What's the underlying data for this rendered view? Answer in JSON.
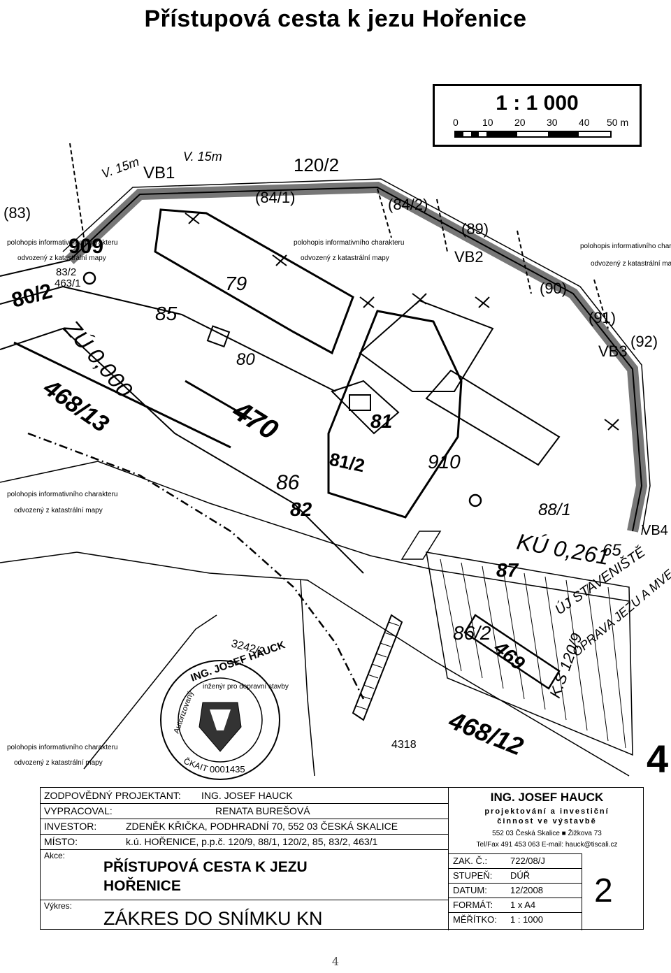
{
  "title": "Přístupová cesta k jezu Hořenice",
  "scale": {
    "ratio": "1 : 1 000",
    "ticks": [
      "0",
      "10",
      "20",
      "30",
      "40",
      "50 m"
    ]
  },
  "map_labels": {
    "parcels": [
      "120/2",
      "(84/1)",
      "(84/2)",
      "(83)",
      "(89)",
      "(90)",
      "(91)",
      "(92)",
      "909",
      "83/2",
      "463/1",
      "80/2",
      "85",
      "79",
      "80",
      "81",
      "81/2",
      "910",
      "86",
      "82",
      "88/1",
      "87",
      "65",
      "86/2",
      "469",
      "468/12",
      "468/13",
      "470",
      "3242/2",
      "4318",
      "4"
    ],
    "points": [
      "VB1",
      "VB2",
      "VB3",
      "VB4",
      "ZÚ 0,000",
      "KÚ 0,261"
    ],
    "handwriting": [
      "V. 15m",
      "V. 15m",
      "ÚJ STAVENIŠTĚ",
      "OPRAVA JEZU A MVE",
      "K.S 120/9"
    ],
    "notes": [
      "polohopis informativního charakteru",
      "odvozený z katastrální mapy"
    ]
  },
  "stamp": {
    "top": "ING. JOSEF HAUCK",
    "ring_left": "Autorizovaný",
    "ring_inner": "inženýr pro dopravní stavby",
    "number": "0001435",
    "bottom": "ČKAIT"
  },
  "titleblock": {
    "rows": [
      {
        "label": "ZODPOVĚDNÝ PROJEKTANT:",
        "value": "ING. JOSEF HAUCK"
      },
      {
        "label": "VYPRACOVAL:",
        "value": "RENATA BUREŠOVÁ"
      },
      {
        "label": "INVESTOR:",
        "value": "ZDENĚK KŘIČKA, PODHRADNÍ 70, 552 03 ČESKÁ SKALICE"
      },
      {
        "label": "MÍSTO:",
        "value": "k.ú. HOŘENICE, p.p.č. 120/9, 88/1, 120/2, 85, 83/2, 463/1"
      }
    ],
    "akce_label": "Akce:",
    "akce_line1": "PŘÍSTUPOVÁ CESTA K JEZU",
    "akce_line2": "HOŘENICE",
    "vykres_label": "Výkres:",
    "vykres": "ZÁKRES DO SNÍMKU KN",
    "firm_name": "ING. JOSEF HAUCK",
    "firm_sub1": "projektování a investiční",
    "firm_sub2": "činnost ve výstavbě",
    "firm_addr": "552 03 Česká Skalice ■ Žižkova 73",
    "firm_contact": "Tel/Fax 491 453 063        E-mail: hauck@tiscali.cz",
    "info": [
      {
        "label": "ZAK. Č.:",
        "value": "722/08/J"
      },
      {
        "label": "STUPEŇ:",
        "value": "DÚŘ"
      },
      {
        "label": "DATUM:",
        "value": "12/2008"
      },
      {
        "label": "FORMÁT:",
        "value": "1 x A4"
      },
      {
        "label": "MĚŘÍTKO:",
        "value": "1 : 1000"
      }
    ],
    "sheet": "2"
  },
  "page_number": "4"
}
